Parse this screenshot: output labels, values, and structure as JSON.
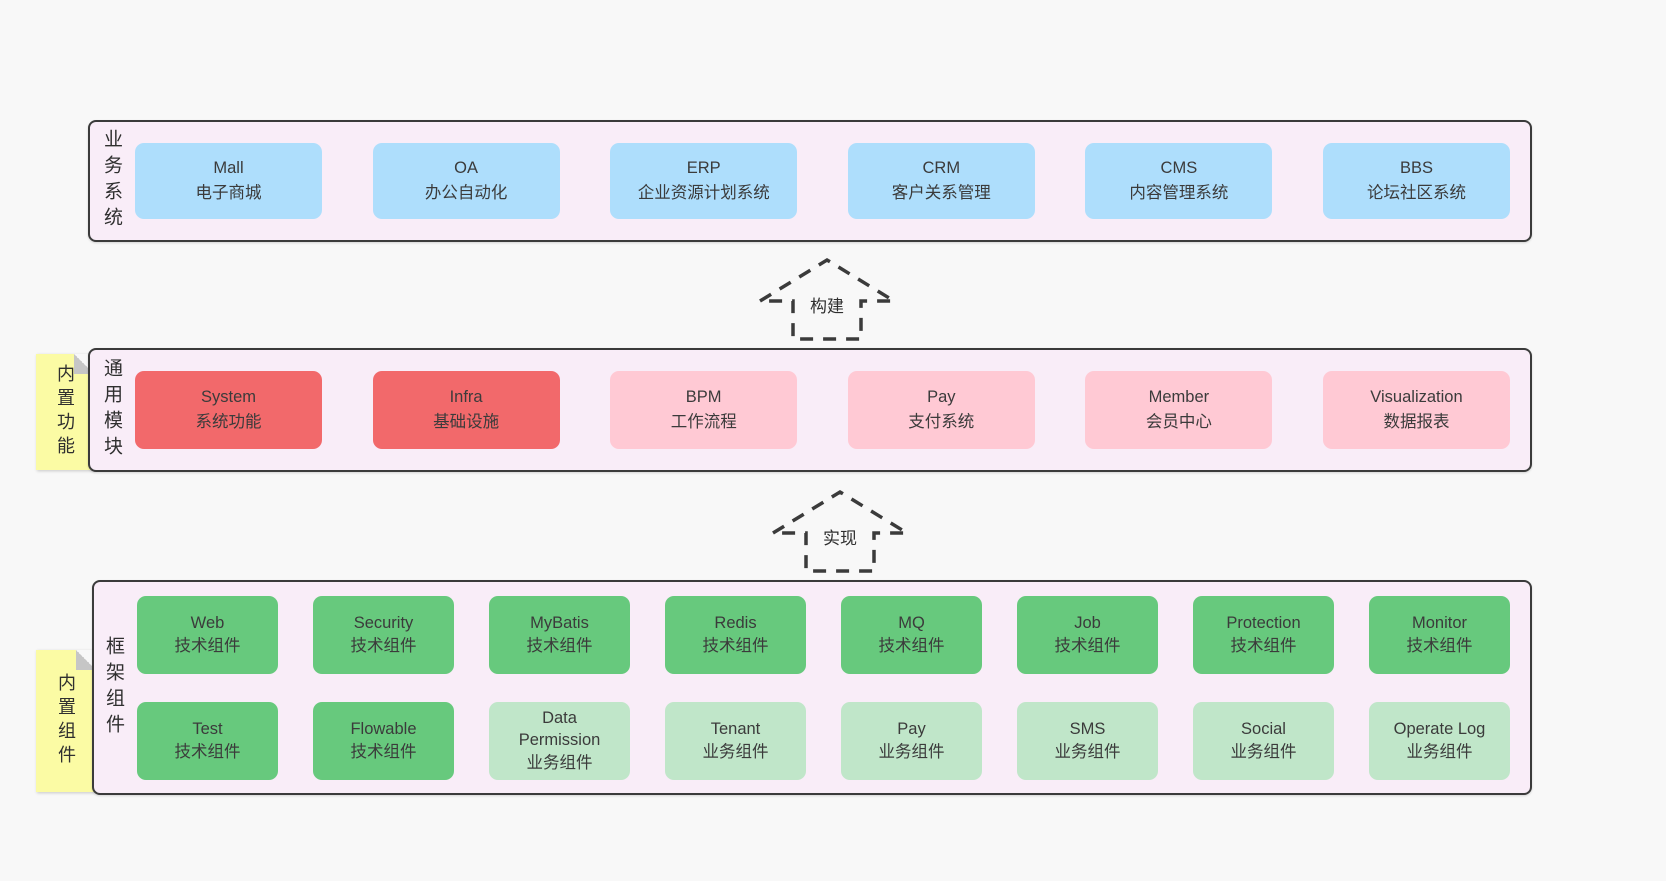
{
  "colors": {
    "page_bg": "#f8f8f8",
    "band_bg": "#f9edf8",
    "band_border": "#3b3b3b",
    "text": "#3b3b3b",
    "blue": "#aedefc",
    "red": "#f2696b",
    "pink": "#ffc9d4",
    "green_dark": "#67c97d",
    "green_light": "#c0e6c9",
    "yellow": "#fbfba4",
    "fold_gray": "#c6c6c6"
  },
  "arrows": [
    {
      "label": "构建"
    },
    {
      "label": "实现"
    }
  ],
  "bands": {
    "business": {
      "label": "业务系统",
      "boxes": [
        {
          "en": "Mall",
          "zh": "电子商城",
          "color": "blue"
        },
        {
          "en": "OA",
          "zh": "办公自动化",
          "color": "blue"
        },
        {
          "en": "ERP",
          "zh": "企业资源计划系统",
          "color": "blue"
        },
        {
          "en": "CRM",
          "zh": "客户关系管理",
          "color": "blue"
        },
        {
          "en": "CMS",
          "zh": "内容管理系统",
          "color": "blue"
        },
        {
          "en": "BBS",
          "zh": "论坛社区系统",
          "color": "blue"
        }
      ]
    },
    "modules": {
      "label": "通用模块",
      "tag": "内置功能",
      "boxes": [
        {
          "en": "System",
          "zh": "系统功能",
          "color": "red"
        },
        {
          "en": "Infra",
          "zh": "基础设施",
          "color": "red"
        },
        {
          "en": "BPM",
          "zh": "工作流程",
          "color": "pink"
        },
        {
          "en": "Pay",
          "zh": "支付系统",
          "color": "pink"
        },
        {
          "en": "Member",
          "zh": "会员中心",
          "color": "pink"
        },
        {
          "en": "Visualization",
          "zh": "数据报表",
          "color": "pink"
        }
      ]
    },
    "framework": {
      "label": "框架组件",
      "tag": "内置组件",
      "row1": [
        {
          "en": "Web",
          "zh": "技术组件",
          "color": "green_dark"
        },
        {
          "en": "Security",
          "zh": "技术组件",
          "color": "green_dark"
        },
        {
          "en": "MyBatis",
          "zh": "技术组件",
          "color": "green_dark"
        },
        {
          "en": "Redis",
          "zh": "技术组件",
          "color": "green_dark"
        },
        {
          "en": "MQ",
          "zh": "技术组件",
          "color": "green_dark"
        },
        {
          "en": "Job",
          "zh": "技术组件",
          "color": "green_dark"
        },
        {
          "en": "Protection",
          "zh": "技术组件",
          "color": "green_dark"
        },
        {
          "en": "Monitor",
          "zh": "技术组件",
          "color": "green_dark"
        }
      ],
      "row2": [
        {
          "en": "Test",
          "zh": "技术组件",
          "color": "green_dark"
        },
        {
          "en": "Flowable",
          "zh": "技术组件",
          "color": "green_dark"
        },
        {
          "en": "Data Permission",
          "zh": "业务组件",
          "color": "green_light"
        },
        {
          "en": "Tenant",
          "zh": "业务组件",
          "color": "green_light"
        },
        {
          "en": "Pay",
          "zh": "业务组件",
          "color": "green_light"
        },
        {
          "en": "SMS",
          "zh": "业务组件",
          "color": "green_light"
        },
        {
          "en": "Social",
          "zh": "业务组件",
          "color": "green_light"
        },
        {
          "en": "Operate Log",
          "zh": "业务组件",
          "color": "green_light"
        }
      ]
    }
  }
}
